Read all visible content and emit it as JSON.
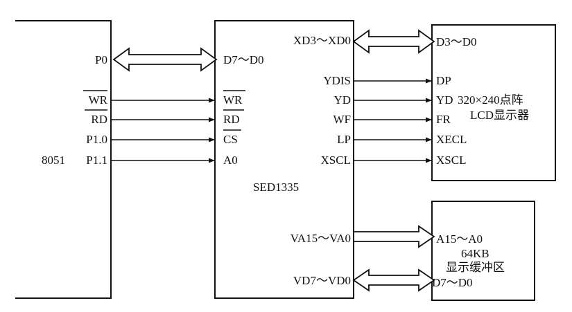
{
  "mcu": {
    "name": "8051",
    "pins": {
      "p0": "P0",
      "wr": "WR",
      "rd": "RD",
      "p10": "P1.0",
      "p11": "P1.1"
    }
  },
  "controller": {
    "name": "SED1335",
    "left_pins": {
      "data": "D7～D0",
      "wr": "WR",
      "rd": "RD",
      "cs": "CS",
      "a0": "A0"
    },
    "right_pins": {
      "xd": "XD3～XD0",
      "ydis": "YDIS",
      "yd": "YD",
      "wf": "WF",
      "lp": "LP",
      "xscl": "XSCL",
      "va": "VA15～VA0",
      "vd": "VD7～VD0"
    }
  },
  "lcd": {
    "title_line1": "320×240点阵",
    "title_line2": "LCD显示器",
    "pins": {
      "d": "D3～D0",
      "dp": "DP",
      "yd": "YD",
      "fr": "FR",
      "xecl": "XECL",
      "xscl": "XSCL"
    }
  },
  "buffer": {
    "size": "64KB",
    "title": "显示缓冲区",
    "pins": {
      "a": "A15～A0",
      "d": "D7～D0"
    }
  }
}
